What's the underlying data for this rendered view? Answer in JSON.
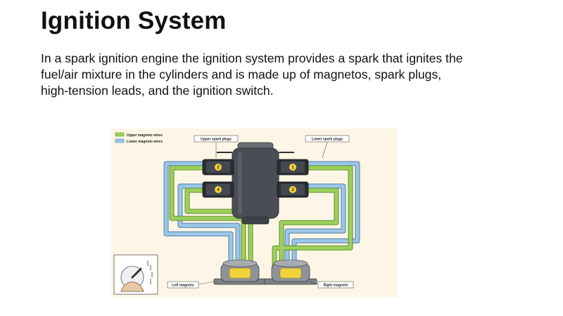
{
  "slide": {
    "title": "Ignition System",
    "body_lines": [
      "In a spark ignition engine the ignition system provides a spark that ignites the",
      "fuel/air mixture in the cylinders and is made up of magnetos, spark plugs,",
      "high-tension leads, and the ignition switch."
    ]
  },
  "diagram": {
    "legend": {
      "upper": "Upper magneto wires",
      "lower": "Lower magneto wires"
    },
    "labels": {
      "upper_plugs": "Upper spark plugs",
      "lower_plugs": "Lower spark plugs",
      "left_magneto": "Left magneto",
      "right_magneto": "Right magneto"
    },
    "cylinders": [
      "2",
      "4",
      "1",
      "3"
    ],
    "colors": {
      "upper_wire": "#9dd05c",
      "lower_wire": "#9cc6e8",
      "engine_dark": "#4a4e54",
      "background": "#fdf6e6",
      "magneto_yellow": "#f1d23a"
    }
  }
}
